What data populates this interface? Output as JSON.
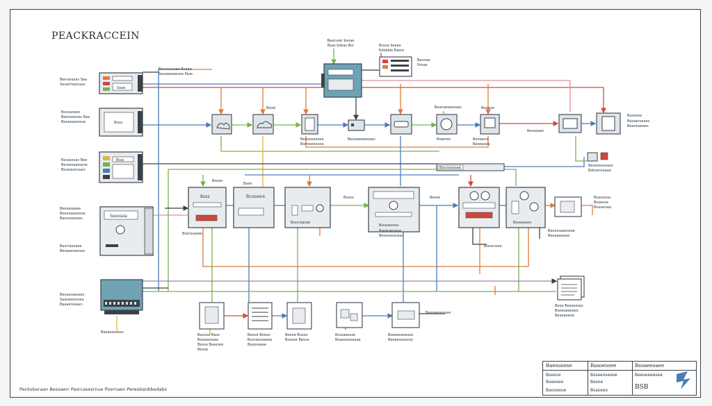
{
  "title": "PEACKRACCEIN",
  "footer": "Pecksbaraan Bessaerr Pasrcasesrnue Posrnaen Peresbanbbedabs",
  "colors": {
    "line_dark": "#3a4148",
    "box_fill": "#e8ecef",
    "teal": "#6fa2b5",
    "orange": "#e07a3a",
    "red": "#d2473a",
    "green": "#79b24a",
    "yellow": "#e0b23a",
    "blue": "#4a7db6",
    "purple": "#a87ab5",
    "pink": "#d98fa0"
  },
  "labels": {
    "top_center": [
      "Bearsoer bsoae",
      "Bsas bsbas Bor"
    ],
    "top_right": [
      "Bssoe Seeee",
      "Eebbbie Eeere"
    ],
    "right_mid_top": [
      "Baonae",
      "Psoae"
    ],
    "left1": [
      "Beerarasas Sea",
      "Sesarrrearssac"
    ],
    "left1_right": [
      "Barsorssoee Bsaae",
      "Sesaaeaaesoe Pase"
    ],
    "left2": [
      "Bsceaoeeo",
      "Beeooseees Bee",
      "Beeaeaeresse"
    ],
    "left3": [
      "Basasesas Bee",
      "Bereeoaeearse",
      "Bsreseerssasr"
    ],
    "left4": [
      "Beesasaaee",
      "Beesoaeeeooe",
      "Baeosoeeses"
    ],
    "left5": [
      "Baorraseaee",
      "Besaeaseesea"
    ],
    "left6": [
      "Beosasaseaes",
      "Saasaesarsea",
      "Baaaerseaan"
    ],
    "left6_below": "Baeeaesseas",
    "server_small1": "Saae",
    "server_small2": "Bsoa",
    "server_small3": "Bsas",
    "server_big": "Sesosea",
    "mid_label1": "Bsoel",
    "n_box_labels": [
      "Bsss",
      "Bcosesre",
      "Bsscreasae",
      "Bssaaerees",
      "Bsoeseass"
    ],
    "mid_box_cap": [
      "Beeooesoeea",
      "Bsrreseeosoe"
    ],
    "right_top_cap": "Baanaeaeseass",
    "right_node1": "Bsaeree",
    "right_node_far": [
      "Beeaoe",
      "Beoearre",
      "Baseeaee"
    ],
    "right_small_cap": [
      "Beoeseasoaos",
      "Bsbsenseaae"
    ],
    "bar_label": "Bssrseessee",
    "row2_titles": [
      "Bsoee",
      "Bsee",
      "Bseo",
      "Bsseo",
      "Bsoe",
      "Besoe"
    ],
    "row2_caps": [
      "Bsorasaoee",
      "Bsearaesaoe",
      "Beeosooeraas",
      "Bsearssea",
      "Beooaeeaeoaes"
    ],
    "row2_right_labels": [
      "Bsasoooa",
      "Bsaesoe",
      "Bsaseraas"
    ],
    "row2_right_cap": [
      "Beeossaeesoee",
      "Beeaaeaoee"
    ],
    "doc_right_cap": [
      "Beoe Beeseoses",
      "Bseeeaeeeeo",
      "Beaeaeeoe"
    ],
    "bottom_caps": [
      [
        "Basooe Base",
        "Beseeeesee",
        "Besse Bseesee",
        "Besoe"
      ],
      [
        "Beeoe Bosee",
        "Bsoseessaeee",
        "Bseosaeae"
      ],
      [
        "Beeoe Bosee",
        "Besose Besoe"
      ],
      [
        "Bsssaeesae",
        "Bsaeeeaoeeae"
      ],
      [
        "Bsaeeeaeesee",
        "Beeeesesesoo"
      ]
    ],
    "bottom_mid_label": "Beeseeoeosee",
    "right_box_label": "Bsoeeoe"
  },
  "title_block": {
    "c1": [
      "Baesuoese",
      "Bsesoe",
      "Bseesee",
      "Baosoeoe"
    ],
    "c2": [
      "Basoesoee",
      "Bsseeoseese",
      "Bseoe",
      "Bsaseeo"
    ],
    "c3": [
      "Bsoaeeoaee",
      "Beeseeeesee",
      "BSB"
    ]
  }
}
